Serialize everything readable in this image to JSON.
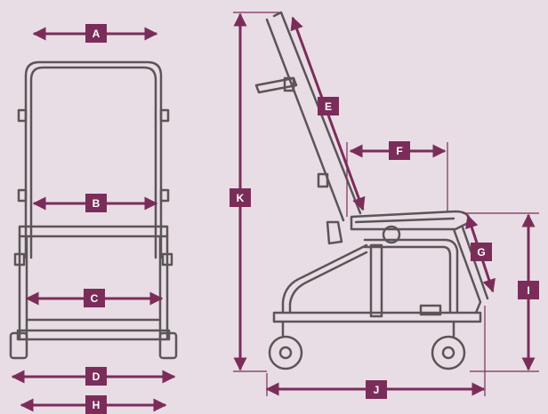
{
  "colors": {
    "background": "#e9dde5",
    "dimension": "#7b2d5a",
    "frame": "#5a5558",
    "label_text": "#ffffff"
  },
  "labels": {
    "A": "A",
    "B": "B",
    "C": "C",
    "D": "D",
    "H": "H",
    "E": "E",
    "F": "F",
    "G": "G",
    "I": "I",
    "J": "J",
    "K": "K"
  }
}
